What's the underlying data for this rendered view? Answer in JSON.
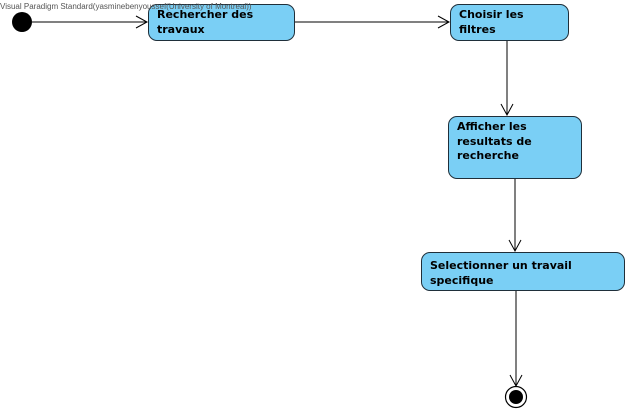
{
  "watermark": "Visual Paradigm Standard(yasminebenyoussef(University of Montreal))",
  "actions": [
    {
      "id": "rechercher",
      "label": "Rechercher des travaux"
    },
    {
      "id": "choisir",
      "label": "Choisir les filtres"
    },
    {
      "id": "afficher",
      "label": "Afficher les resultats de recherche"
    },
    {
      "id": "selectionner",
      "label": "Selectionner un travail specifique"
    }
  ],
  "colors": {
    "action_fill": "#7acff5",
    "action_border": "#1f2f3a",
    "node_fill": "#000000",
    "edge": "#000000"
  }
}
